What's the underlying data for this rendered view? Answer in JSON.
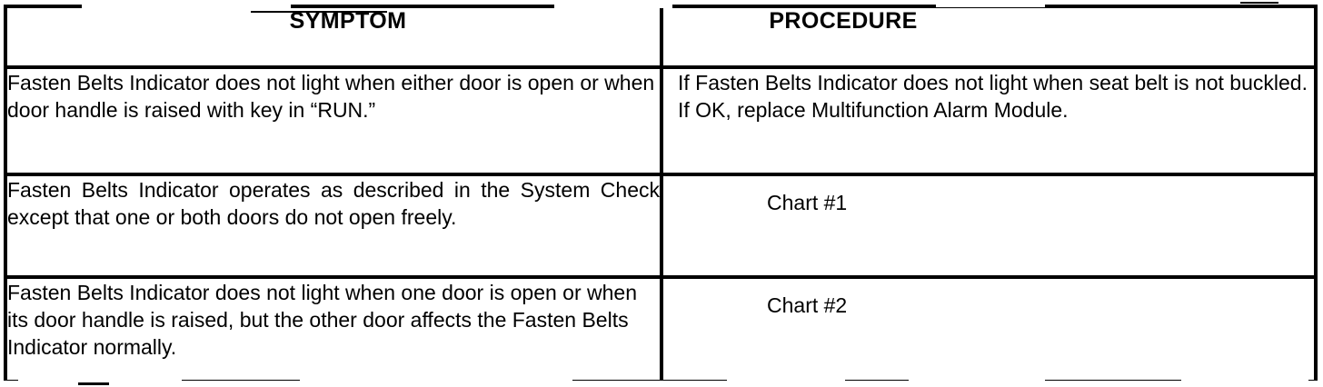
{
  "table": {
    "name": "symptom-procedure-troubleshooting-table",
    "columns": [
      {
        "key": "symptom",
        "label": "SYMPTOM"
      },
      {
        "key": "procedure",
        "label": "PROCEDURE"
      }
    ],
    "rows": [
      {
        "symptom": "Fasten Belts Indicator does not light when either door is open or when door handle is raised with key in “RUN.”",
        "procedure": "If Fasten Belts Indicator does not light when seat belt is not buckled. If OK, replace Multifunction Alarm Module."
      },
      {
        "symptom": "Fasten Belts Indicator operates as described in the System Check except that one or both doors do not open freely.",
        "procedure": "Chart #1"
      },
      {
        "symptom": "Fasten Belts Indicator does not light when one door is open or when its door handle is raised, but the other door affects the Fasten Belts Indicator normally.",
        "procedure": "Chart #2"
      }
    ]
  },
  "colors": {
    "ink": "#000000",
    "paper": "#ffffff"
  }
}
